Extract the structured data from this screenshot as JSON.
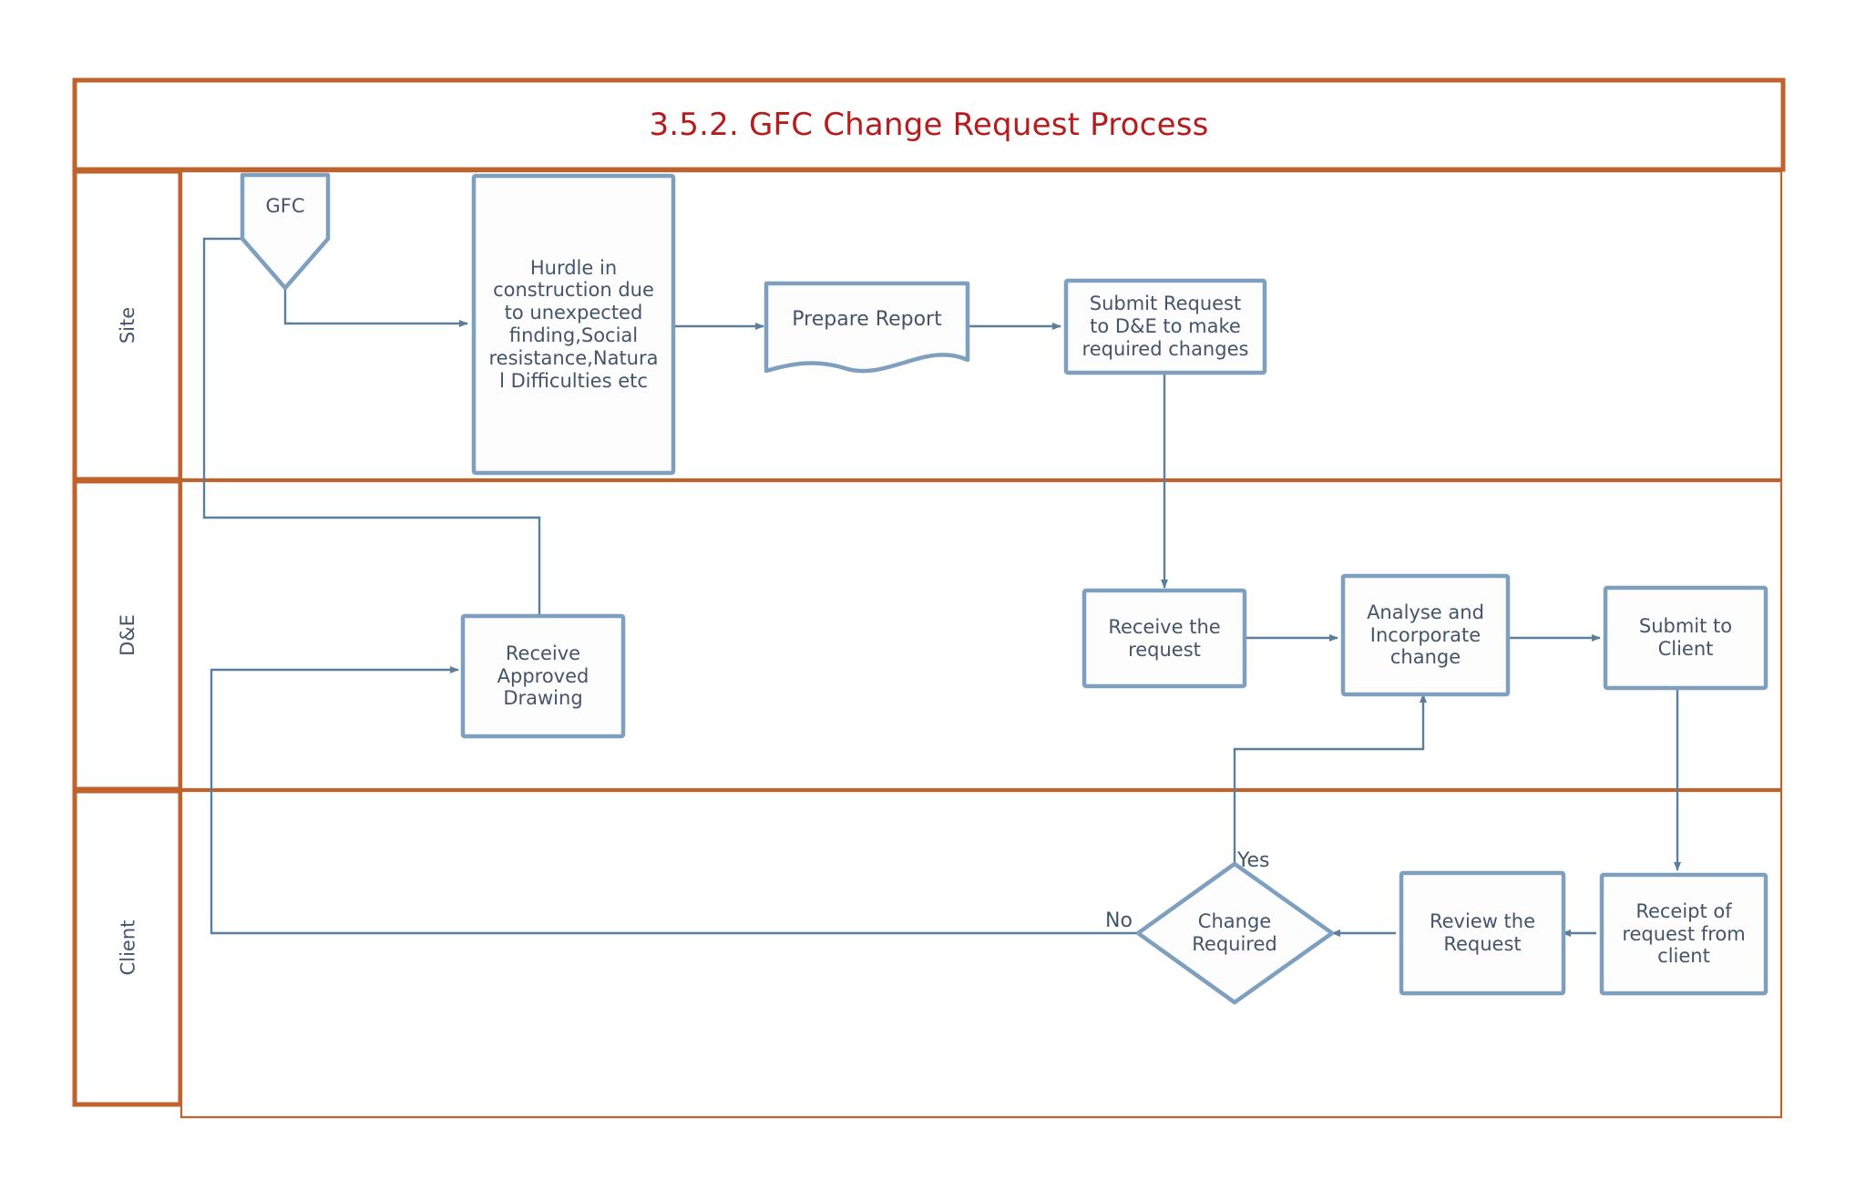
{
  "theme": {
    "lane_border": "#c0622c",
    "shape_stroke": "#7e9fbe",
    "connector_stroke": "#5b7e9c",
    "text_color": "#44546a",
    "title_color": "#b71c1c",
    "background": "#ffffff"
  },
  "header": {
    "title": "3.5.2. GFC Change Request Process"
  },
  "lanes": [
    {
      "id": "site",
      "label": "Site"
    },
    {
      "id": "de",
      "label": "D&E"
    },
    {
      "id": "client",
      "label": "Client"
    }
  ],
  "nodes": {
    "gfc": {
      "label": "GFC",
      "shape": "off-page-connector",
      "lane": "site"
    },
    "hurdle": {
      "label": "Hurdle in\nconstruction due\nto unexpected\nfinding,Social\nresistance,Natura\nl Difficulties etc",
      "shape": "rectangle",
      "lane": "site"
    },
    "prepare_report": {
      "label": "Prepare Report",
      "shape": "document",
      "lane": "site"
    },
    "submit_request": {
      "label": "Submit Request\nto  D&E to make\nrequired changes",
      "shape": "rectangle",
      "lane": "site"
    },
    "receive_drawing": {
      "label": "Receive\nApproved\nDrawing",
      "shape": "rectangle",
      "lane": "de"
    },
    "receive_request": {
      "label": "Receive the\nrequest",
      "shape": "rectangle",
      "lane": "de"
    },
    "analyse": {
      "label": "Analyse and\nIncorporate\nchange",
      "shape": "rectangle",
      "lane": "de"
    },
    "submit_client": {
      "label": "Submit to\nClient",
      "shape": "rectangle",
      "lane": "de"
    },
    "receipt": {
      "label": "Receipt of\nrequest from\nclient",
      "shape": "rectangle",
      "lane": "client"
    },
    "review": {
      "label": "Review the\nRequest",
      "shape": "rectangle",
      "lane": "client"
    },
    "change_required": {
      "label": "Change\nRequired",
      "shape": "decision",
      "lane": "client"
    }
  },
  "edge_labels": {
    "yes": "Yes",
    "no": "No"
  },
  "edges": [
    {
      "from": "gfc",
      "to": "hurdle",
      "label": ""
    },
    {
      "from": "hurdle",
      "to": "prepare_report",
      "label": ""
    },
    {
      "from": "prepare_report",
      "to": "submit_request",
      "label": ""
    },
    {
      "from": "submit_request",
      "to": "receive_request",
      "label": ""
    },
    {
      "from": "receive_request",
      "to": "analyse",
      "label": ""
    },
    {
      "from": "analyse",
      "to": "submit_client",
      "label": ""
    },
    {
      "from": "submit_client",
      "to": "receipt",
      "label": ""
    },
    {
      "from": "receipt",
      "to": "review",
      "label": ""
    },
    {
      "from": "review",
      "to": "change_required",
      "label": ""
    },
    {
      "from": "change_required",
      "to": "analyse",
      "label": "Yes"
    },
    {
      "from": "change_required",
      "to": "receive_drawing",
      "label": "No"
    },
    {
      "from": "receive_drawing",
      "to": "gfc",
      "label": ""
    }
  ]
}
